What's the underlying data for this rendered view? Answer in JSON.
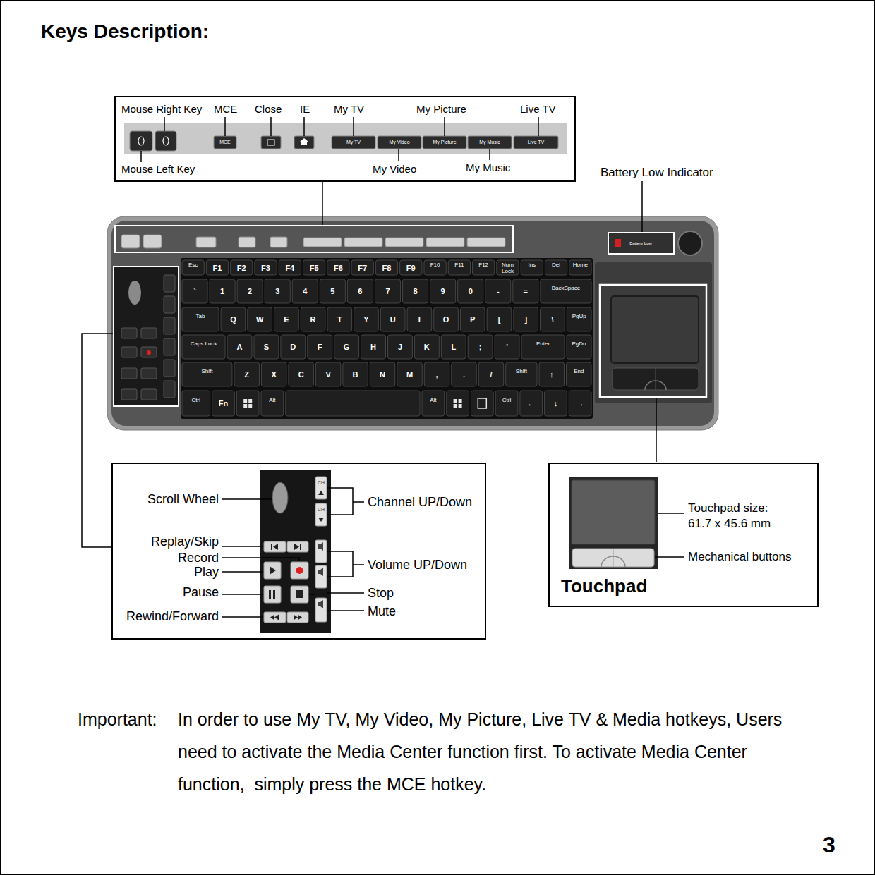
{
  "diagram": {
    "title": "Keys Description:",
    "nodes": [
      {
        "text": [
          "Mouse Right Key",
          "MCE",
          "Close",
          "IE",
          "My TV",
          "My Picture",
          "Live TV",
          "Mouse Left Key",
          "My Video",
          "My Music"
        ]
      },
      {
        "text": [
          "Scroll Wheel",
          "Replay/Skip",
          "Record",
          "Play",
          "Pause",
          "Rewind/Forward",
          "Channel UP/Down",
          "Volume UP/Down",
          "Stop",
          "Mute"
        ]
      },
      {
        "text": [
          "Touchpad size: 61.7 x 45.6 mm",
          "Mechanical buttons",
          "Touchpad"
        ]
      }
    ],
    "labels": [
      "Battery Low Indicator",
      "MCE",
      "My TV",
      "My Video",
      "My Picture",
      "My Music",
      "Live TV",
      "Battery Low",
      "Esc",
      "F1",
      "F2",
      "F3",
      "F4",
      "F5",
      "F6",
      "F7",
      "F8",
      "F9",
      "F10",
      "F11",
      "F12",
      "Num Lock",
      "Ins",
      "Del",
      "Home",
      "`",
      "1",
      "2",
      "3",
      "4",
      "5",
      "6",
      "7",
      "8",
      "9",
      "0",
      "-",
      "=",
      "BackSpace",
      "Tab",
      "Q",
      "W",
      "E",
      "R",
      "T",
      "Y",
      "U",
      "I",
      "O",
      "P",
      "[",
      "]",
      "\\",
      "PgUp",
      "Caps Lock",
      "A",
      "S",
      "D",
      "F",
      "G",
      "H",
      "J",
      "K",
      "L",
      ";",
      "'",
      "Enter",
      "PgDn",
      "Shift",
      "Z",
      "X",
      "C",
      "V",
      "B",
      "N",
      "M",
      ",",
      ".",
      "/",
      "Shift",
      "↑",
      "End",
      "Ctrl",
      "Fn",
      "Alt",
      "Alt",
      "Ctrl",
      "←",
      "↓",
      "→",
      "CH",
      "CH",
      "Important:",
      "In order to use My TV, My Video, My Picture, Live TV & Media hotkeys, Users need to activate the Media Center function first. To activate Media Center function,  simply press the MCE hotkey.",
      "3"
    ]
  }
}
